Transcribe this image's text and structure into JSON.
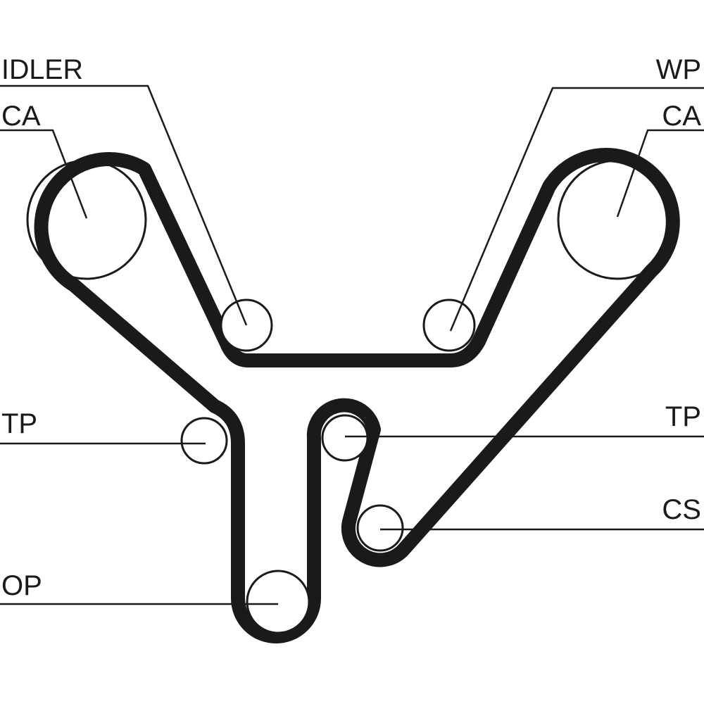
{
  "diagram": {
    "labels": {
      "idler": "IDLER",
      "ca_left": "CA",
      "wp": "WP",
      "ca_right": "CA",
      "tp_left": "TP",
      "tp_right": "TP",
      "cs": "CS",
      "op": "OP"
    },
    "colors": {
      "ink": "#1a1a1a",
      "background": "#ffffff"
    }
  }
}
